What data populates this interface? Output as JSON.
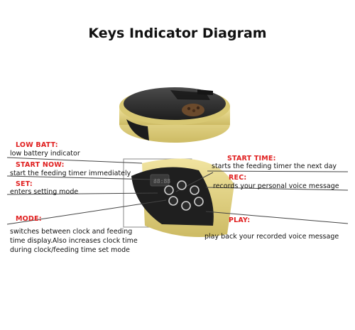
{
  "title": "Keys Indicator Diagram",
  "labels": {
    "low_batt": {
      "label": "LOW BATT:",
      "desc": "low battery indicator"
    },
    "start_now": {
      "label": "START NOW:",
      "desc": "start the feeding timer immediately"
    },
    "set": {
      "label": "SET:",
      "desc": "enters setting mode"
    },
    "mode": {
      "label": "MODE:",
      "desc": "switches between clock and feeding time display.Also increases clock time during clock/feeding time set mode"
    },
    "start_time": {
      "label": "START TIME:",
      "desc": "starts the feeding timer the next  day"
    },
    "rec": {
      "label": "REC:",
      "desc": "records your personal voice  message"
    },
    "play": {
      "label": "PLAY:",
      "desc": "play back your recorded voice message"
    }
  },
  "colors": {
    "label_red": "#e01e1e",
    "body_yellow": "#e8d98a",
    "lid_black": "#2a2a2a",
    "line_gray": "#444444"
  }
}
